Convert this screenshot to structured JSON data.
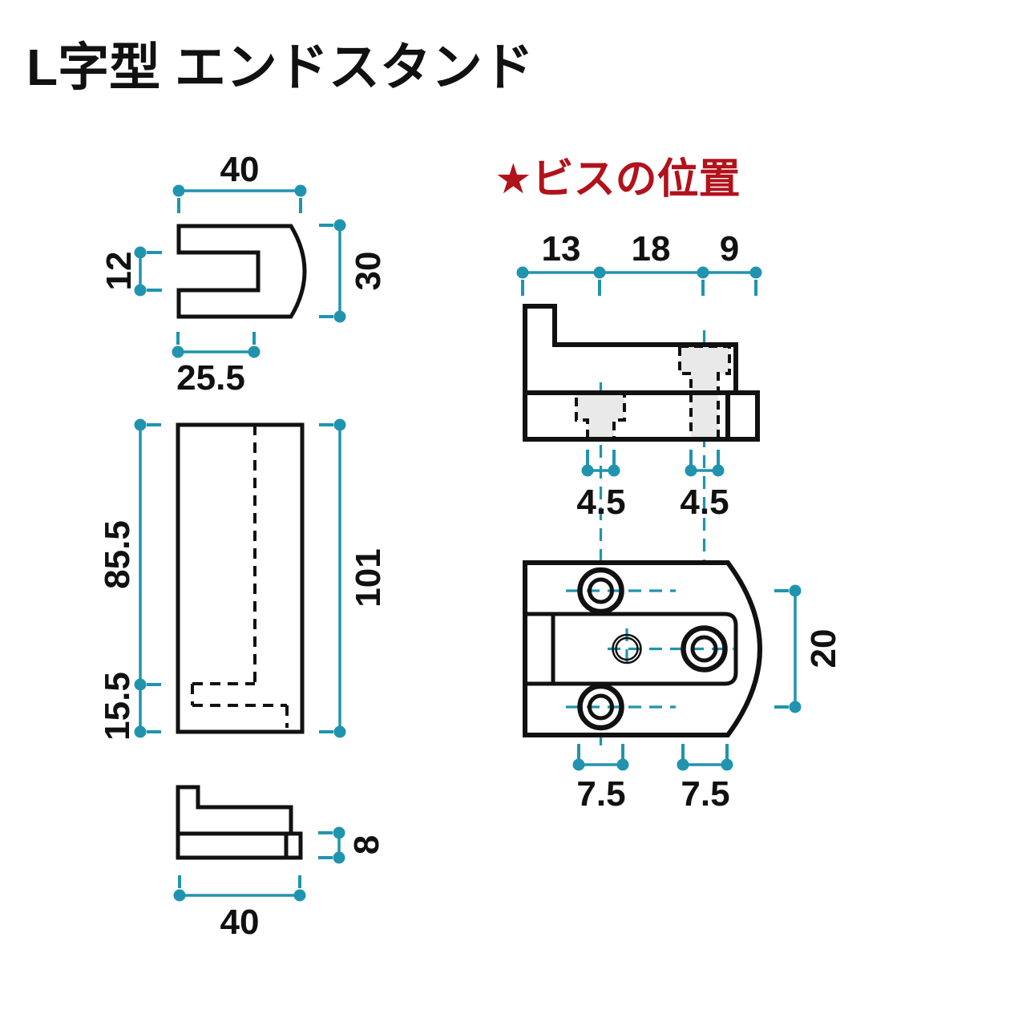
{
  "title": "L字型 エンドスタンド",
  "note": "★ビスの位置",
  "colors": {
    "teal": "#2094af",
    "ink": "#111111",
    "red": "#b2121b",
    "screw": "#e9e9e9"
  },
  "views": {
    "clip_profile": {
      "dims": {
        "overall_width": "40",
        "slot_height": "12",
        "overall_height": "30",
        "slot_depth": "25.5"
      }
    },
    "front": {
      "dims": {
        "upper_height": "85.5",
        "lower_height": "15.5",
        "overall_height": "101"
      }
    },
    "base_side": {
      "dims": {
        "base_thickness": "8",
        "overall_length": "40"
      }
    },
    "screw_side": {
      "dims": {
        "edge_to_screw1": "13",
        "screw1_to_screw2": "18",
        "screw2_to_edge": "9",
        "screw1_dia": "4.5",
        "screw2_dia": "4.5"
      }
    },
    "screw_plan": {
      "dims": {
        "hole_pitch": "20",
        "counterbore_left": "7.5",
        "counterbore_right": "7.5"
      }
    }
  }
}
